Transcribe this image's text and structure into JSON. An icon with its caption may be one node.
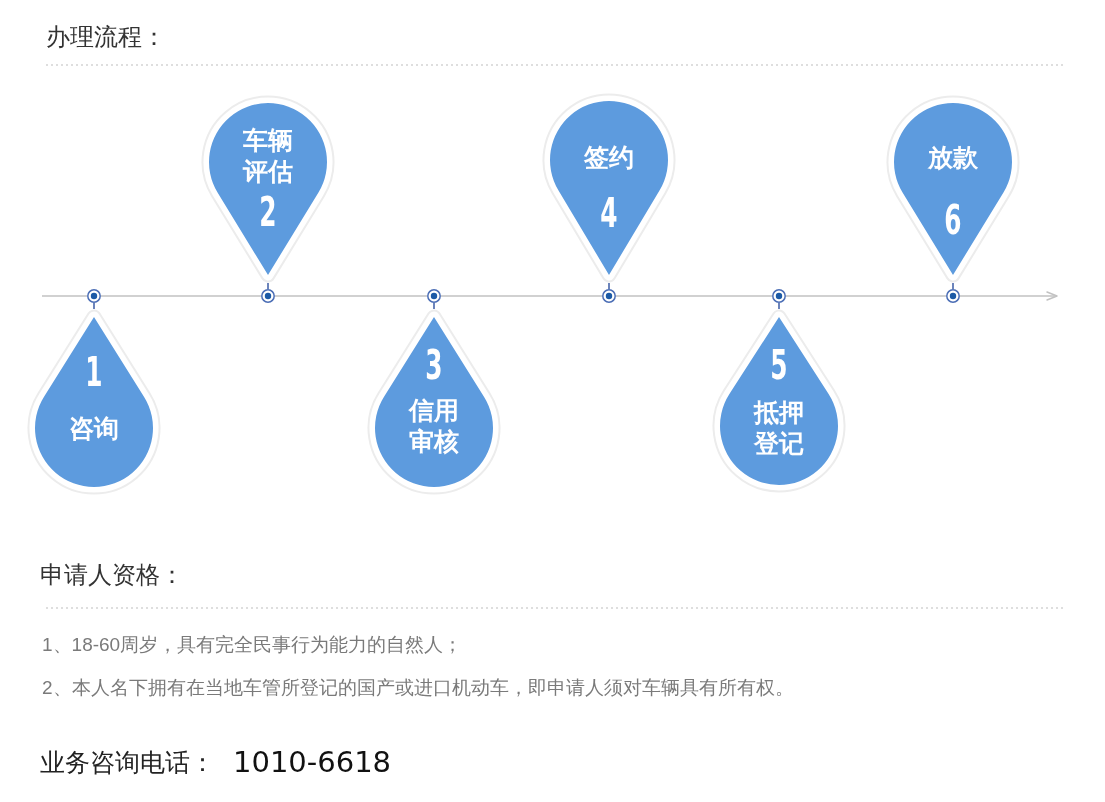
{
  "diagram": {
    "title": "办理流程：",
    "nodes": [
      {
        "text": [
          "1",
          "咨询"
        ]
      },
      {
        "text": [
          "车辆评估",
          "2"
        ]
      },
      {
        "text": [
          "3",
          "信用审核"
        ]
      },
      {
        "text": [
          "签约",
          "4"
        ]
      },
      {
        "text": [
          "5",
          "抵押登记"
        ]
      },
      {
        "text": [
          "放款",
          "6"
        ]
      },
      {
        "text": [],
        "shape": "circle"
      },
      {
        "text": [],
        "shape": "circle"
      },
      {
        "text": [],
        "shape": "circle"
      },
      {
        "text": [],
        "shape": "circle"
      },
      {
        "text": [],
        "shape": "circle"
      },
      {
        "text": [],
        "shape": "circle"
      }
    ],
    "edges": [
      {
        "from": null,
        "to": 6,
        "arrow": "none"
      },
      {
        "from": 6,
        "to": 7,
        "arrow": "none"
      },
      {
        "from": 7,
        "to": 8,
        "arrow": "none"
      },
      {
        "from": 8,
        "to": 9,
        "arrow": "none"
      },
      {
        "from": 9,
        "to": 10,
        "arrow": "none"
      },
      {
        "from": 10,
        "to": 11,
        "arrow": "none"
      },
      {
        "from": 11,
        "to": null,
        "arrow": "to"
      },
      {
        "from": 0,
        "to": 6,
        "arrow": "none",
        "color": "#3b5ba5"
      },
      {
        "from": 1,
        "to": 7,
        "arrow": "none",
        "color": "#3b5ba5"
      },
      {
        "from": 2,
        "to": 8,
        "arrow": "none",
        "color": "#3b5ba5"
      },
      {
        "from": 3,
        "to": 9,
        "arrow": "none",
        "color": "#3b5ba5"
      },
      {
        "from": 4,
        "to": 10,
        "arrow": "none",
        "color": "#3b5ba5"
      },
      {
        "from": 5,
        "to": 11,
        "arrow": "none",
        "color": "#3b5ba5"
      }
    ],
    "labels": [
      "申请人资格：",
      "1、18-60周岁，具有完全民事行为能力的自然人；",
      "2、本人名下拥有在当地车管所登记的国产或进口机动车，即申请人须对车辆具有所有权。",
      "业务咨询电话：",
      "1010-6618"
    ]
  }
}
